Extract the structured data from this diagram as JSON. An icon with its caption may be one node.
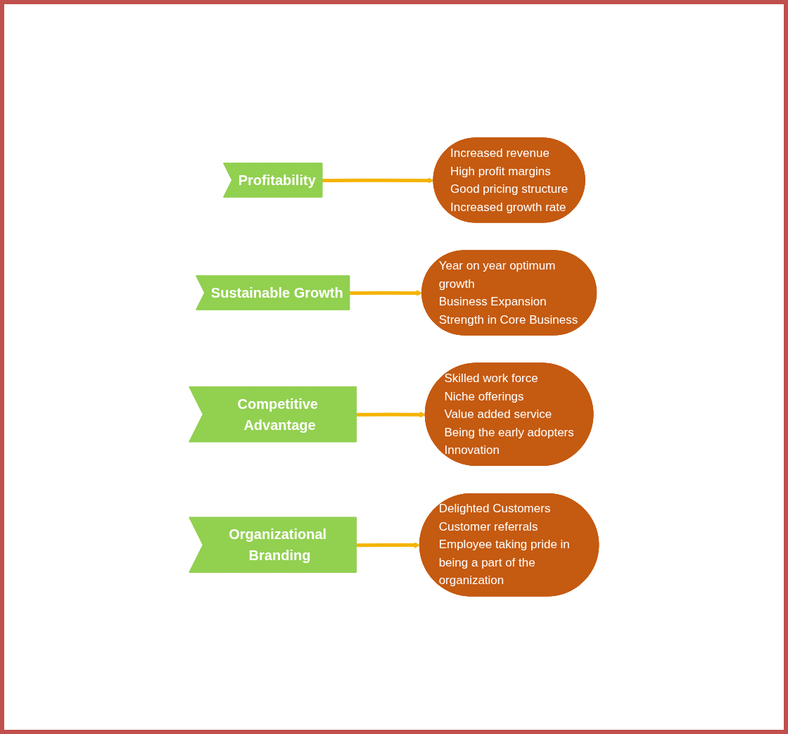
{
  "diagram": {
    "nodes": [
      {
        "text": [
          "Profitability"
        ]
      },
      {
        "text": [
          "Increased revenue",
          "High profit margins",
          "Good pricing structure",
          "Increased growth rate"
        ]
      },
      {
        "text": [
          "Sustainable Growth"
        ]
      },
      {
        "text": [
          "Year on year optimum growth",
          "Business Expansion",
          "Strength in Core Business"
        ]
      },
      {
        "text": [
          "Competitive Advantage"
        ]
      },
      {
        "text": [
          "Skilled work force",
          "Niche offerings",
          "Value added service",
          "Being the early adopters",
          "Innovation"
        ]
      },
      {
        "text": [
          "Organizational Branding"
        ]
      },
      {
        "text": [
          "Delighted Customers",
          "Customer referrals",
          "Employee taking pride in being a part of the organization"
        ]
      }
    ],
    "edges": [
      {
        "from": 0,
        "to": 1,
        "arrow": "to"
      },
      {
        "from": 2,
        "to": 3,
        "arrow": "to"
      },
      {
        "from": 4,
        "to": 5,
        "arrow": "to"
      },
      {
        "from": 6,
        "to": 7,
        "arrow": "to"
      }
    ]
  }
}
